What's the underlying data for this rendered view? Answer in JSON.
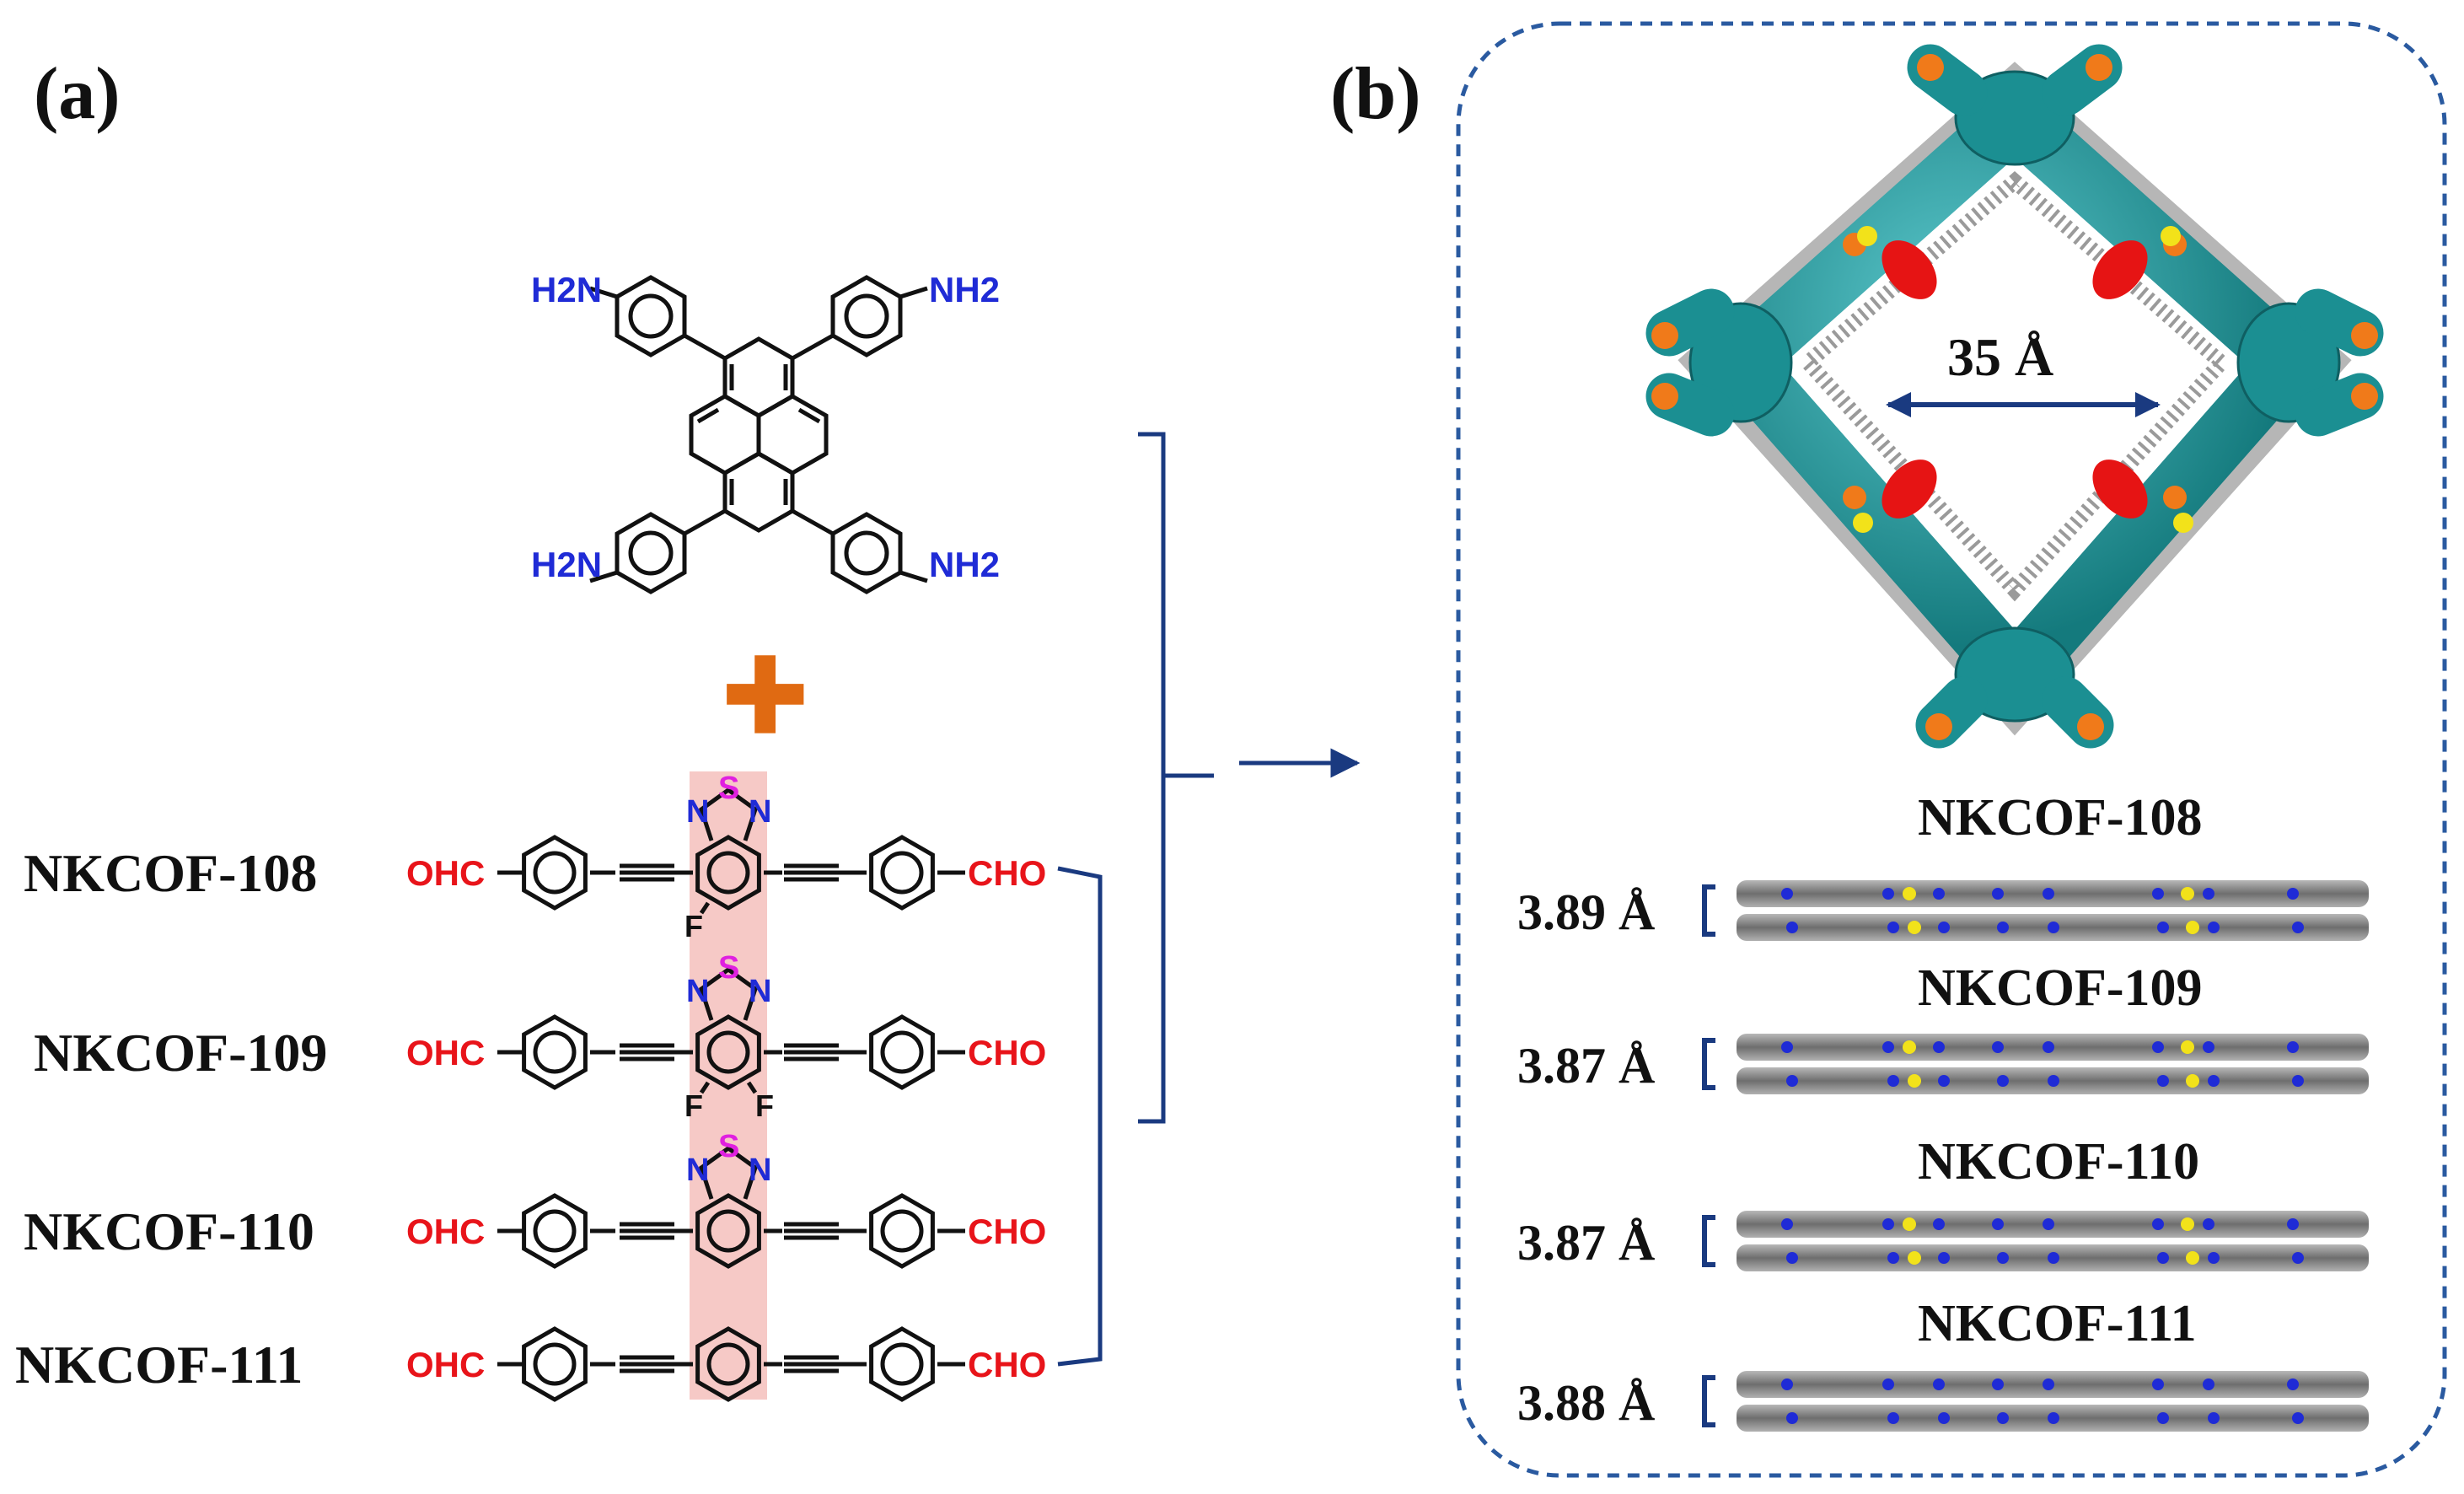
{
  "panels": {
    "a": {
      "label": "(a)",
      "amine": {
        "group_label": "H2N",
        "group_label_right": "NH2",
        "sub": "2"
      },
      "plus": "+",
      "aldehyde_left": "OHC",
      "aldehyde_right": "CHO",
      "atoms": {
        "S": "S",
        "N": "N",
        "F": "F"
      },
      "linkers": [
        {
          "name": "NKCOF-108",
          "core": "monofluoro-benzothiadiazole"
        },
        {
          "name": "NKCOF-109",
          "core": "difluoro-benzothiadiazole"
        },
        {
          "name": "NKCOF-110",
          "core": "benzothiadiazole"
        },
        {
          "name": "NKCOF-111",
          "core": "benzene"
        }
      ]
    },
    "b": {
      "label": "(b)",
      "pore_size": "35 Å",
      "stacks": [
        {
          "name": "NKCOF-108",
          "spacing": "3.89 Å"
        },
        {
          "name": "NKCOF-109",
          "spacing": "3.87 Å"
        },
        {
          "name": "NKCOF-110",
          "spacing": "3.87 Å"
        },
        {
          "name": "NKCOF-111",
          "spacing": "3.88 Å"
        }
      ]
    }
  },
  "colors": {
    "amine": "#1f2bd6",
    "aldehyde": "#e8141a",
    "sulfur": "#e020e0",
    "bond": "#111111",
    "highlight": "#f6c9c6",
    "plus": "#e06a12",
    "bracket": "#1a3a80",
    "dashed_frame": "#2a5aa0",
    "teal": "#1b8f92"
  }
}
